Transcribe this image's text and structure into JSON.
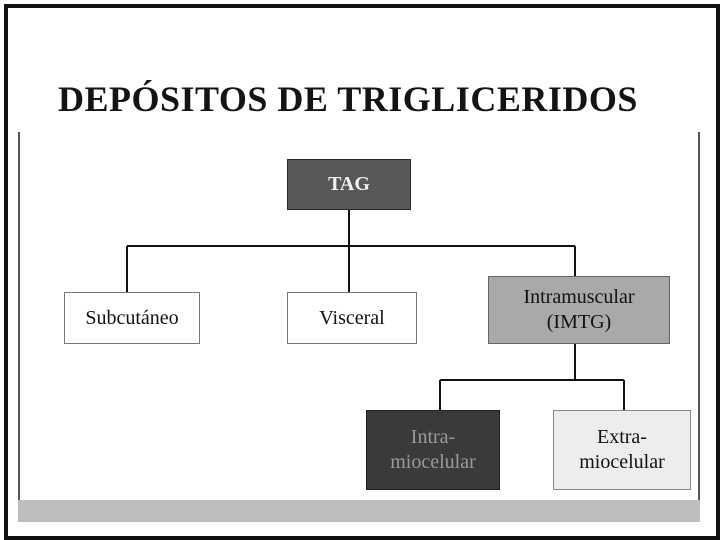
{
  "title": "DEPÓSITOS DE TRIGLICERIDOS",
  "nodes": {
    "tag": "TAG",
    "subcutaneo": "Subcutáneo",
    "visceral": "Visceral",
    "intramuscular": "Intramuscular\n(IMTG)",
    "intramiocelular": "Intra-\nmiocelular",
    "extramiocelular": "Extra-\nmiocelular"
  },
  "colors": {
    "tag_fill": "#585858",
    "intramuscular_fill": "#a9a9a9",
    "intramiocelular_fill": "#3a3a3a",
    "extramiocelular_fill": "#ededed",
    "footer_bar": "#bdbdbd"
  }
}
